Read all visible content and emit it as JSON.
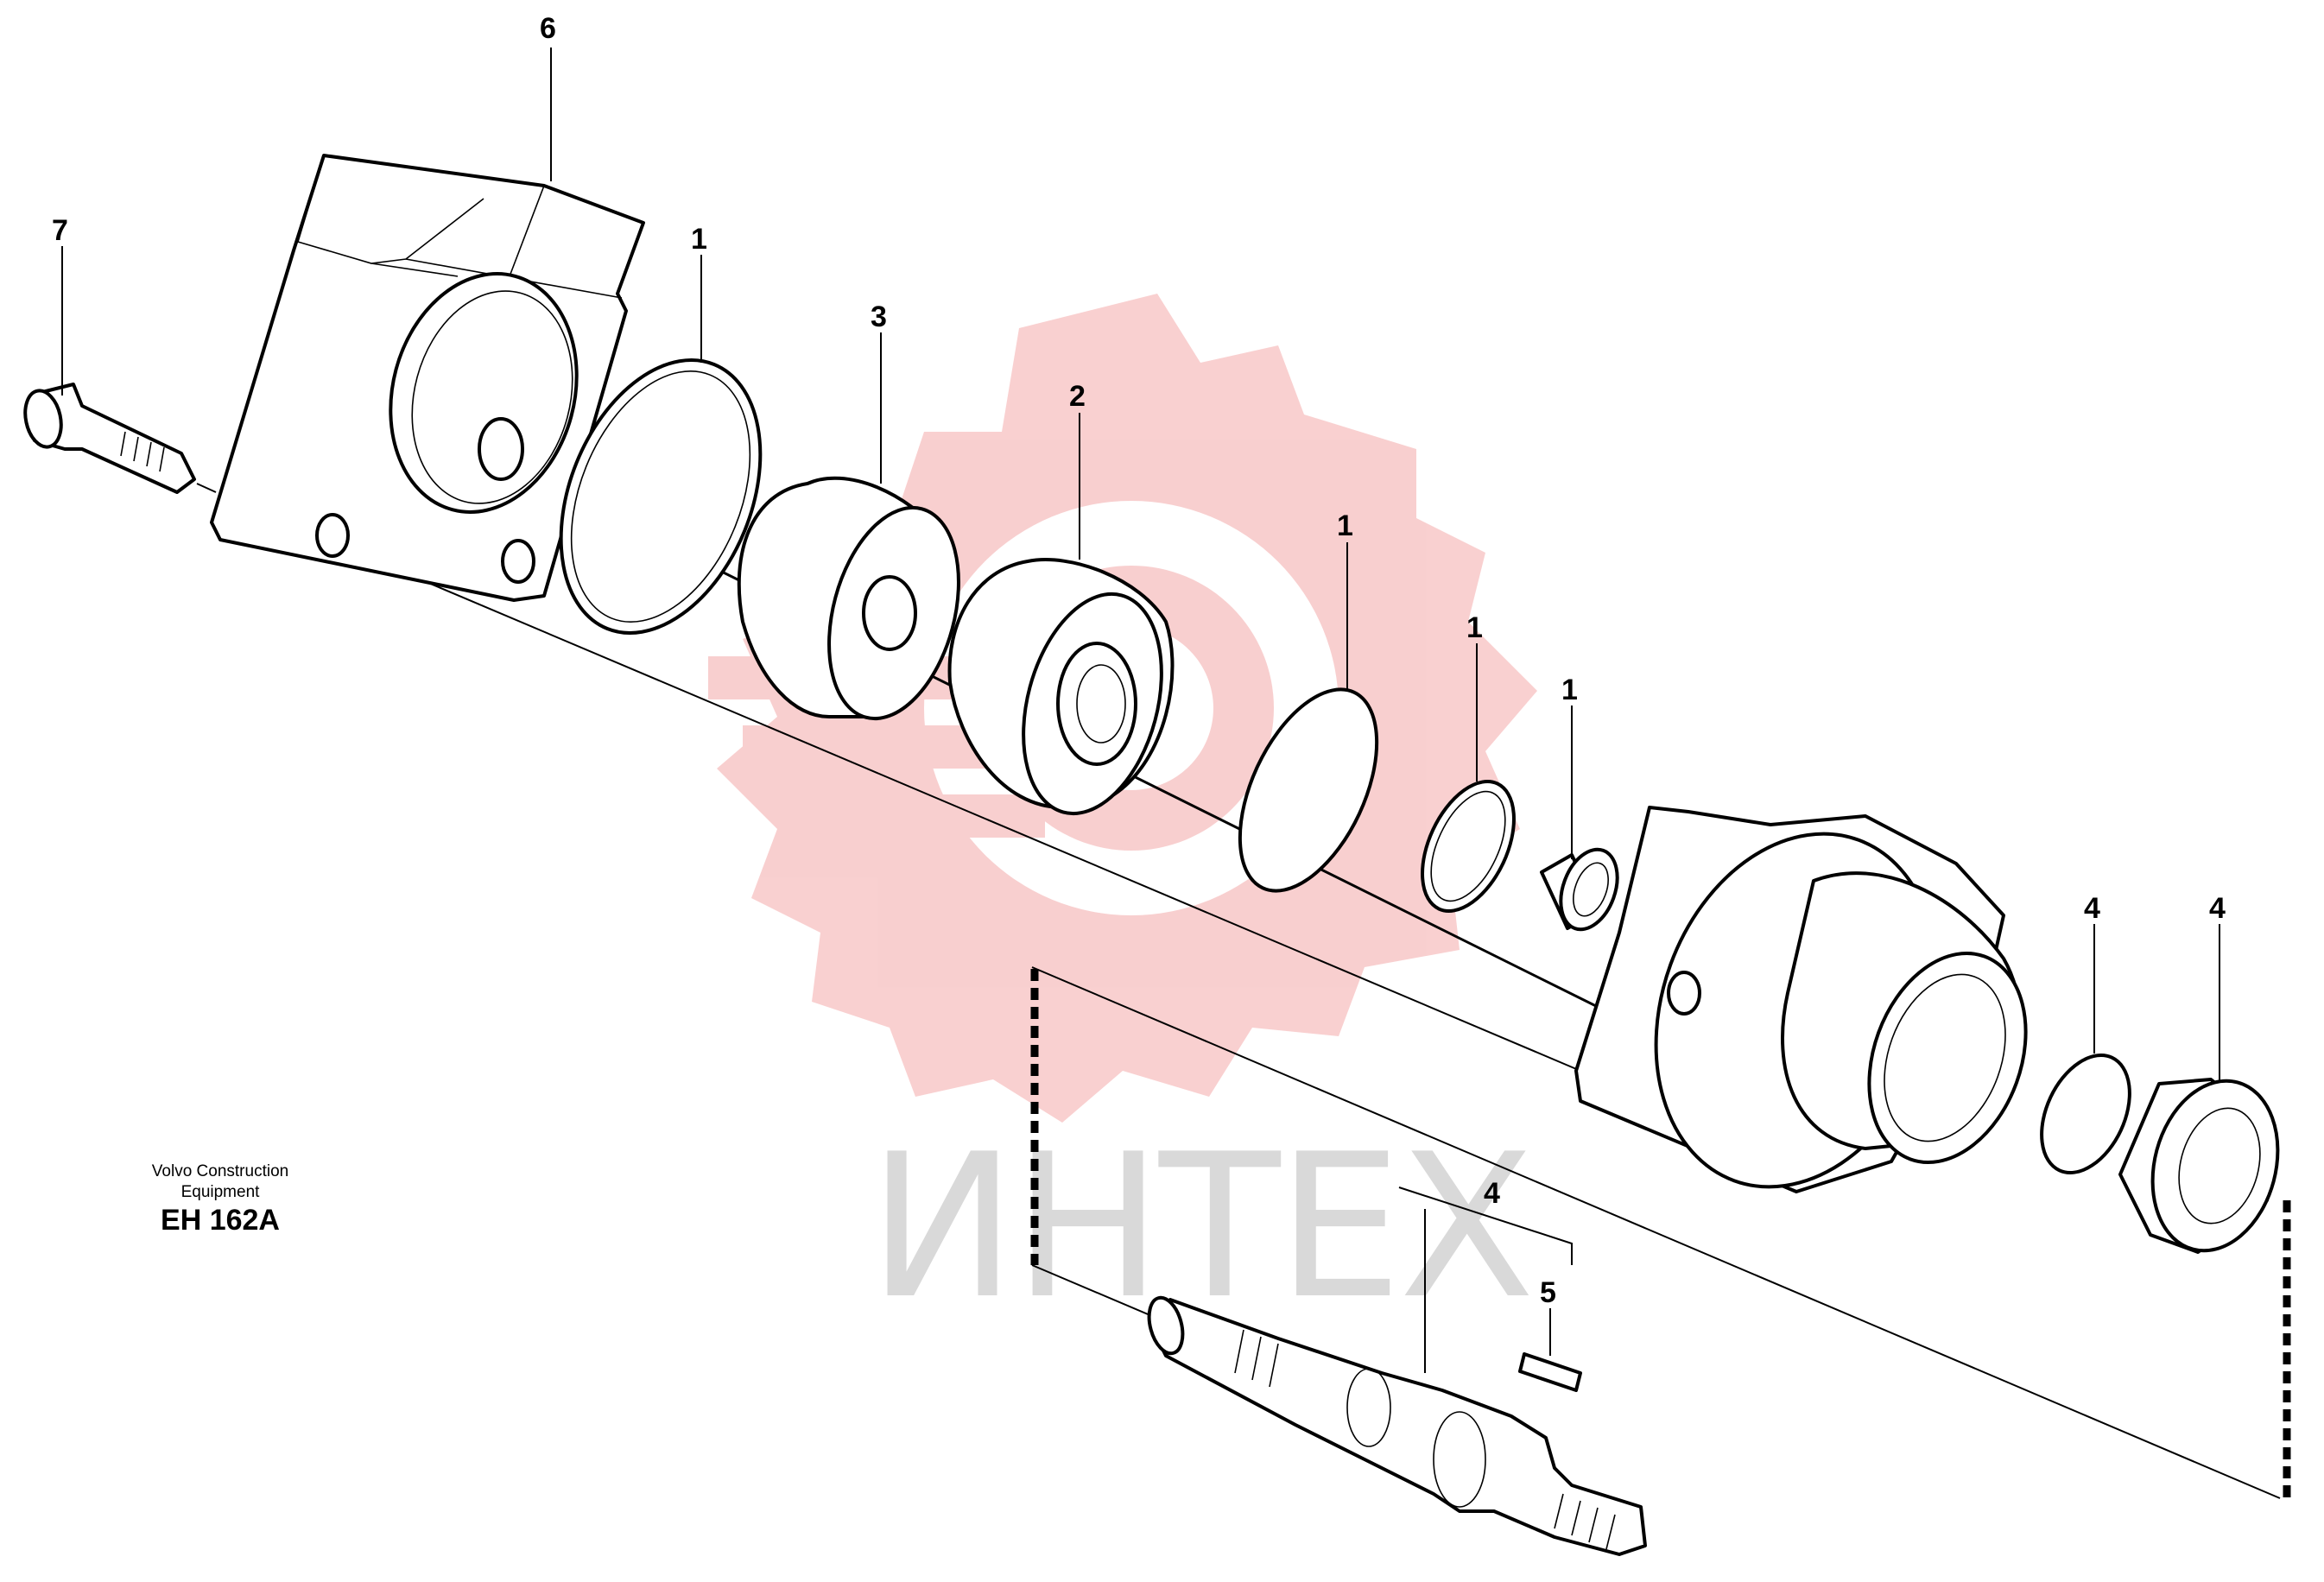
{
  "watermark": {
    "text": "ИНТЕХ",
    "gear_color": "#f4a9a9",
    "text_color": "#d9d9d9"
  },
  "caption": {
    "line1": "Volvo Construction",
    "line2": "Equipment",
    "code": "EH 162A"
  },
  "callouts": [
    {
      "id": "c6",
      "label": "6"
    },
    {
      "id": "c7",
      "label": "7"
    },
    {
      "id": "c1a",
      "label": "1"
    },
    {
      "id": "c3",
      "label": "3"
    },
    {
      "id": "c2",
      "label": "2"
    },
    {
      "id": "c1b",
      "label": "1"
    },
    {
      "id": "c1c",
      "label": "1"
    },
    {
      "id": "c1d",
      "label": "1"
    },
    {
      "id": "c4a",
      "label": "4"
    },
    {
      "id": "c4b",
      "label": "4"
    },
    {
      "id": "c4c",
      "label": "4"
    },
    {
      "id": "c5",
      "label": "5"
    }
  ]
}
